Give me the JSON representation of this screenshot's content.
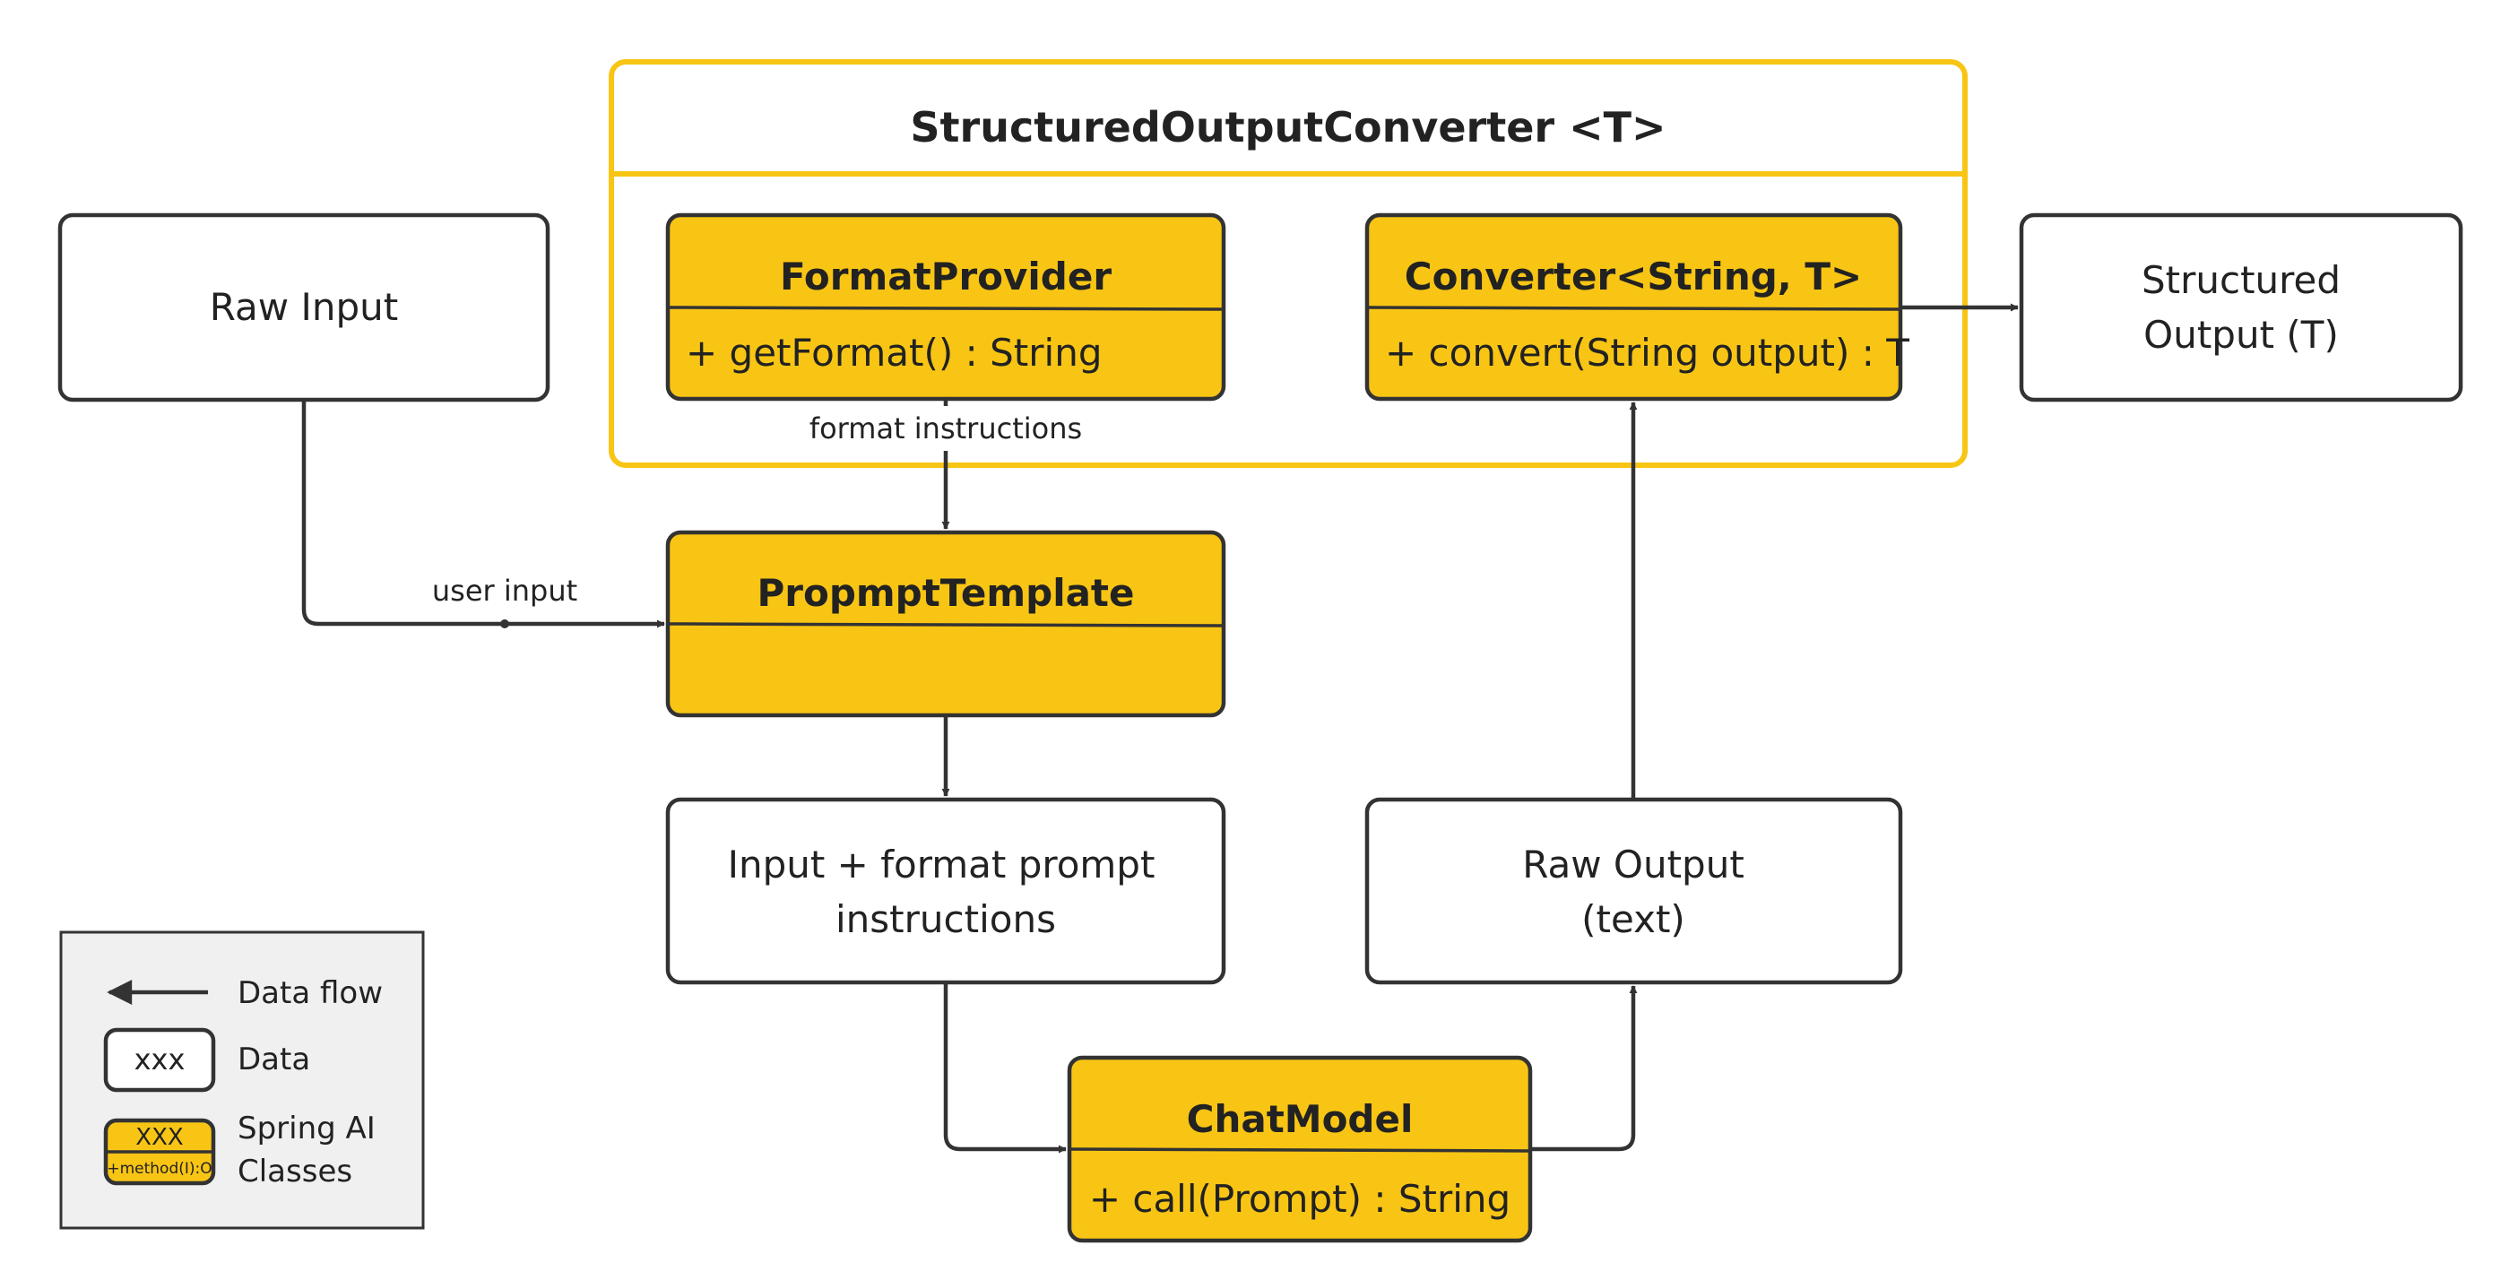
{
  "converter": {
    "title": "StructuredOutputConverter <T>"
  },
  "format_provider": {
    "name": "FormatProvider",
    "method": "+ getFormat() : String"
  },
  "converter_class": {
    "name": "Converter<String, T>",
    "method": "+ convert(String output) : T"
  },
  "raw_input": {
    "label": "Raw Input"
  },
  "structured_output": {
    "line1": "Structured",
    "line2": "Output (T)"
  },
  "prompt_template": {
    "name": "PropmptTemplate"
  },
  "input_format": {
    "line1": "Input + format prompt",
    "line2": "instructions"
  },
  "raw_output": {
    "line1": "Raw Output",
    "line2": "(text)"
  },
  "chat_model": {
    "name": "ChatModel",
    "method": "+ call(Prompt) : String"
  },
  "edges": {
    "format_instructions": "format instructions",
    "user_input": "user input"
  },
  "legend": {
    "data_flow": "Data flow",
    "data_sample": "xxx",
    "data": "Data",
    "class_sample_name": "XXX",
    "class_sample_method": "+method(I):O",
    "classes_line1": "Spring AI",
    "classes_line2": "Classes"
  },
  "colors": {
    "accent": "#f8c514",
    "stroke": "#333333",
    "legend_bg": "#f0f0f0"
  }
}
